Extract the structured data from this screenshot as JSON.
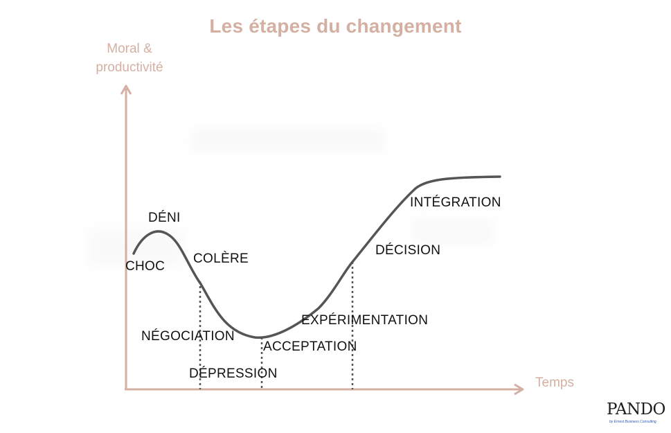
{
  "title": "Les étapes du changement",
  "y_axis_label_line1": "Moral &",
  "y_axis_label_line2": "productivité",
  "x_axis_label": "Temps",
  "stages": {
    "choc": "CHOC",
    "deni": "DÉNI",
    "colere": "COLÈRE",
    "negociation": "NÉGOCIATION",
    "depression": "DÉPRESSION",
    "acceptation": "ACCEPTATION",
    "experimentation": "EXPÉRIMENTATION",
    "decision": "DÉCISION",
    "integration": "INTÉGRATION"
  },
  "logo": {
    "name": "PANDO",
    "tagline": "by Ernest Business Consulting"
  },
  "colors": {
    "accent": "#d4b0a2",
    "curve": "#555555",
    "text": "#111111",
    "logo_tagline": "#2a5aa8"
  }
}
